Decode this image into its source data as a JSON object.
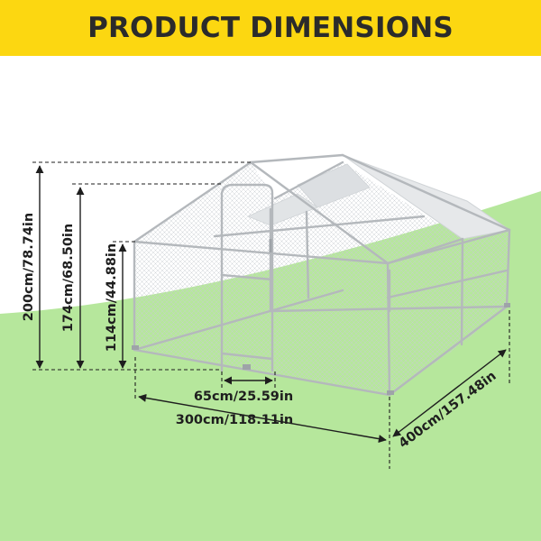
{
  "header": {
    "title": "PRODUCT DIMENSIONS",
    "bg_color": "#fcd711",
    "text_color": "#2b2b2b"
  },
  "colors": {
    "ground": "#b6e79c",
    "frame": "#b4b8bc",
    "mesh": "#c9ced2",
    "cover": "#e6e8ea",
    "arrow": "#1e1e1e"
  },
  "dimensions": {
    "total_height": "200cm/78.74in",
    "door_height": "174cm/68.50in",
    "wall_height": "114cm/44.88in",
    "door_width": "65cm/25.59in",
    "width": "300cm/118.11in",
    "length": "400cm/157.48in"
  },
  "icons": [
    "coop-frame-icon",
    "dimension-arrow-icon"
  ]
}
